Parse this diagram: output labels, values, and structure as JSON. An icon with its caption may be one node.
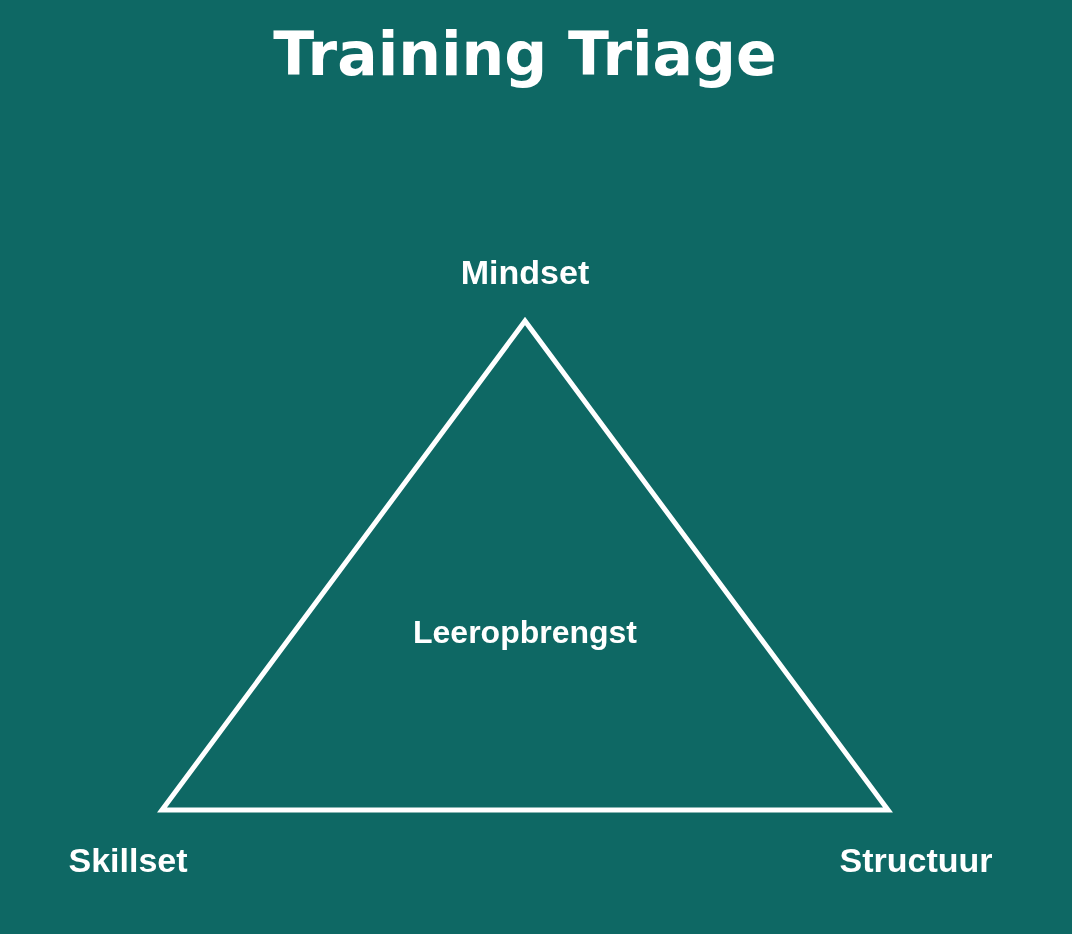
{
  "diagram": {
    "title": "Training Triage",
    "nodes": [
      {
        "text": [
          "Leeropbrengst"
        ],
        "beside": [
          "Mindset",
          "Skillset",
          "Structuur"
        ]
      }
    ]
  }
}
